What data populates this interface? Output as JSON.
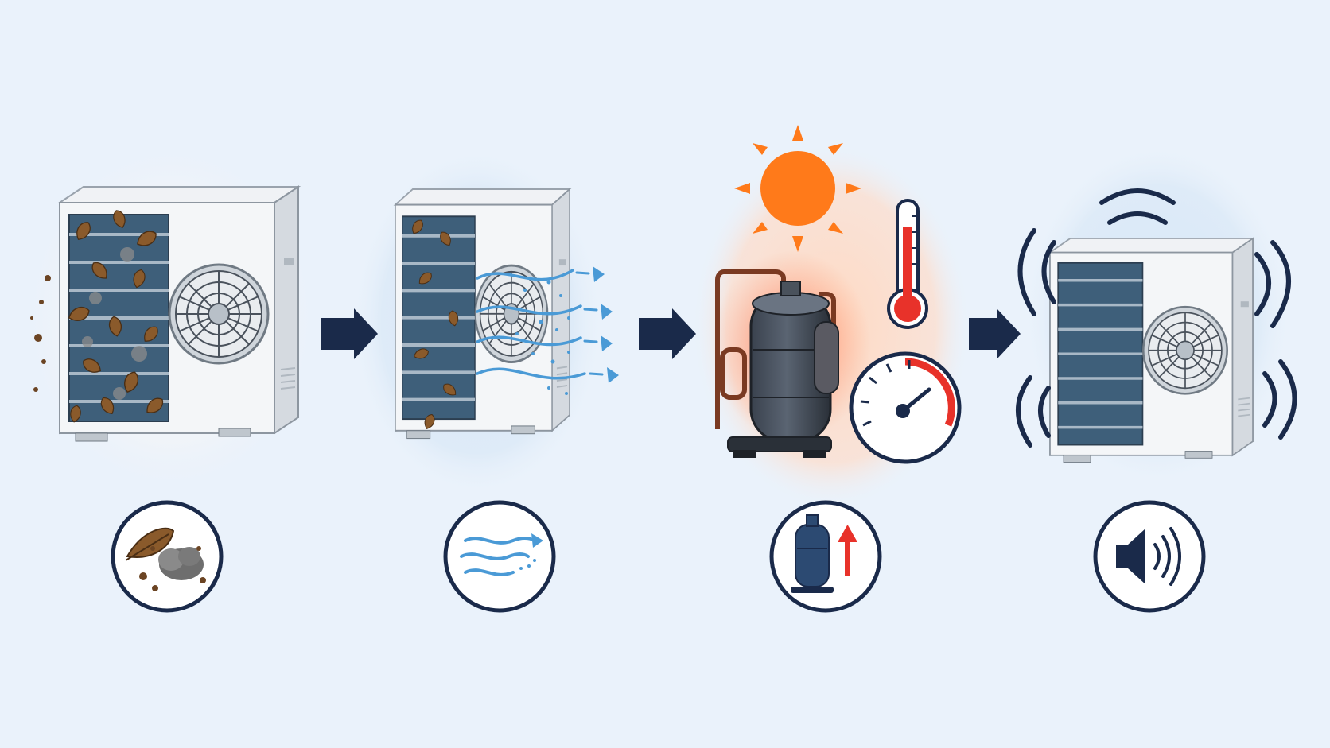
{
  "diagram": {
    "steps": [
      {
        "name": "debris-clogged-unit",
        "badge_icon": "leaf-dust-icon"
      },
      {
        "name": "restricted-airflow-unit",
        "badge_icon": "airflow-icon"
      },
      {
        "name": "overheating-compressor",
        "badge_icon": "compressor-pressure-up-icon"
      },
      {
        "name": "noisy-vibrating-unit",
        "badge_icon": "speaker-loud-icon"
      }
    ],
    "connectors": 3
  },
  "colors": {
    "background": "#eaf2fb",
    "navy": "#1a2a4a",
    "airflow_blue": "#4a9ad6",
    "sun_orange": "#ff7a1a",
    "heat_red": "#e8322a",
    "debris_brown": "#8a5a2b",
    "unit_white": "#f4f6f8",
    "coil_blue": "#3e5f7a"
  }
}
